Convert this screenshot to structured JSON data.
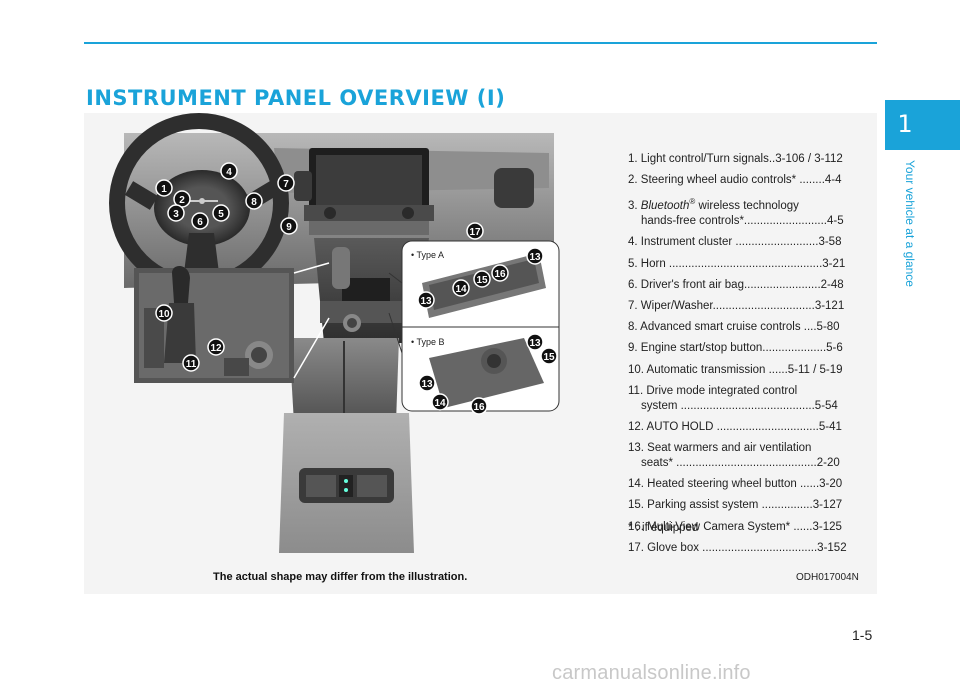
{
  "header": {
    "title": "INSTRUMENT PANEL OVERVIEW (I)"
  },
  "side_tab": {
    "chapter": "1",
    "label": "Your vehicle at a glance"
  },
  "items": [
    {
      "line1": "1. Light control/Turn signals..3-106 / 3-112"
    },
    {
      "line1": "2. Steering wheel audio controls* ........4-4"
    },
    {
      "pre": "3. ",
      "italic": "Bluetooth",
      "sup": "®",
      "post": " wireless technology",
      "line2": "hands-free controls*..........................4-5"
    },
    {
      "line1": "4. Instrument cluster ..........................3-58"
    },
    {
      "line1": "5. Horn ................................................3-21"
    },
    {
      "line1": "6. Driver's front air bag........................2-48"
    },
    {
      "line1": "7. Wiper/Washer................................3-121"
    },
    {
      "line1": "8. Advanced smart cruise controls ....5-80"
    },
    {
      "line1": "9. Engine start/stop button....................5-6"
    },
    {
      "line1": "10. Automatic transmission ......5-11 / 5-19"
    },
    {
      "line1": "11. Drive mode integrated control",
      "line2": "system ..........................................5-54"
    },
    {
      "line1": "12. AUTO HOLD ................................5-41"
    },
    {
      "line1": "13. Seat warmers and air ventilation",
      "line2": "seats* ............................................2-20"
    },
    {
      "line1": "14. Heated steering wheel button ......3-20"
    },
    {
      "line1": "15. Parking assist system ................3-127"
    },
    {
      "line1": "16. Multi-View Camera System* ......3-125"
    },
    {
      "line1": "17. Glove box ....................................3-152"
    }
  ],
  "footnote": "* : if equipped",
  "illustration": {
    "type_a": "• Type A",
    "type_b": "• Type B",
    "badges": [
      "1",
      "2",
      "3",
      "4",
      "5",
      "6",
      "7",
      "8",
      "9",
      "10",
      "11",
      "12",
      "13",
      "14",
      "15",
      "16",
      "17",
      "13",
      "14",
      "15",
      "16",
      "13",
      "14",
      "15",
      "16"
    ]
  },
  "disclaimer": "The actual shape may differ from the illustration.",
  "figure_code": "ODH017004N",
  "page_number": "1-5",
  "watermark": "carmanualsonline.info",
  "colors": {
    "accent": "#1aa3d9"
  }
}
